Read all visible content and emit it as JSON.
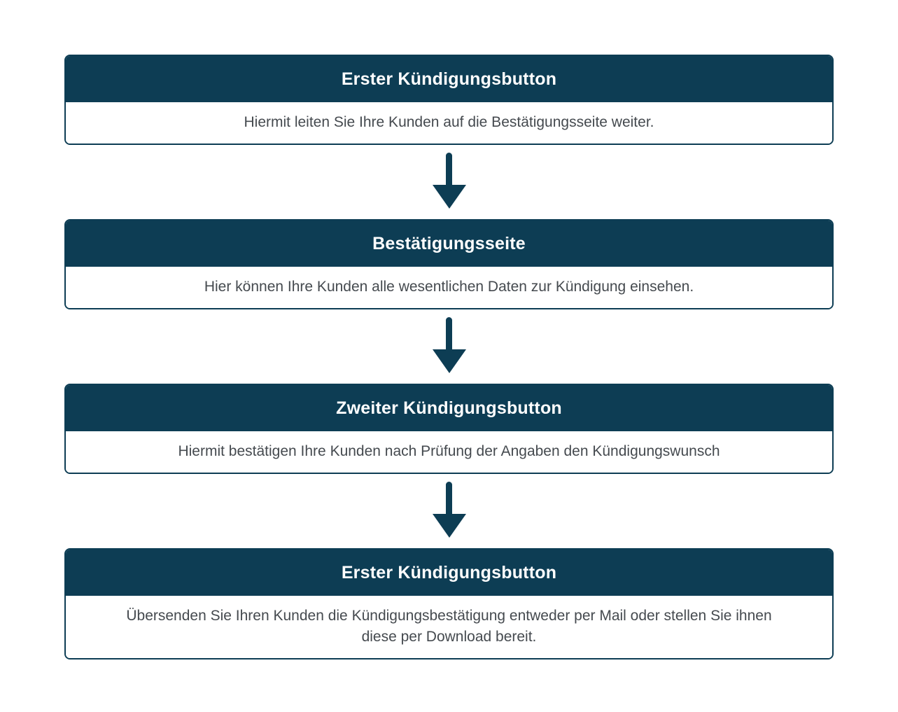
{
  "theme": {
    "accent_color": "#0d3d54",
    "header_text_color": "#ffffff",
    "body_text_color": "#454a4f",
    "page_background": "#ffffff"
  },
  "flow": {
    "steps": [
      {
        "title": "Erster Kündigungsbutton",
        "description": "Hiermit leiten Sie Ihre Kunden auf die Bestätigungsseite weiter."
      },
      {
        "title": "Bestätigungsseite",
        "description": "Hier können Ihre Kunden alle wesentlichen Daten zur Kündigung einsehen."
      },
      {
        "title": "Zweiter Kündigungsbutton",
        "description": "Hiermit bestätigen Ihre Kunden nach Prüfung der Angaben den Kündigungswunsch"
      },
      {
        "title": "Erster Kündigungsbutton",
        "description": "Übersenden Sie Ihren Kunden die Kündigungsbestätigung entweder per Mail oder stellen Sie ihnen diese per Download bereit."
      }
    ],
    "connector_icon": "arrow-down-icon"
  }
}
